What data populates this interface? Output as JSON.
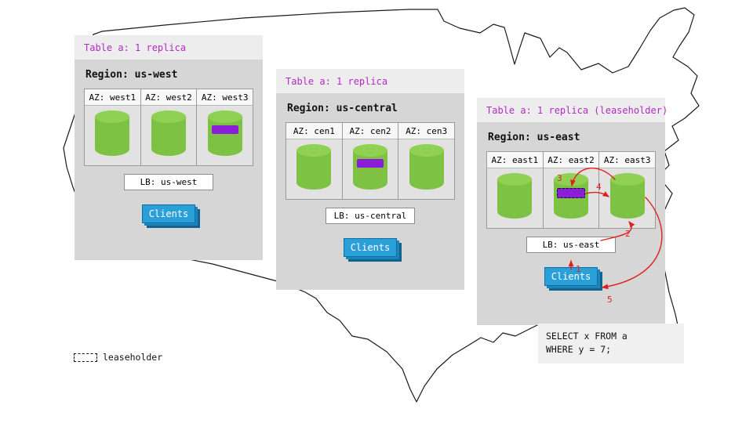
{
  "diagram": {
    "legend_label": "leaseholder",
    "flow_steps": [
      "1",
      "2",
      "3",
      "4",
      "5"
    ],
    "sql": {
      "line1": "SELECT x FROM a",
      "line2": "WHERE y = 7;"
    },
    "colors": {
      "replica_band": "#8b1fd8",
      "table_label_text": "#b428c4",
      "arrow_red": "#e02020",
      "cylinder_green": "#7dc242",
      "clients_blue": "#2a9fd8"
    },
    "regions": [
      {
        "table_label": "Table a: 1 replica",
        "region_label": "Region: us-west",
        "lb_label": "LB: us-west",
        "clients_label": "Clients",
        "azs": [
          {
            "label": "AZ: west1",
            "replica": false,
            "leaseholder": false
          },
          {
            "label": "AZ: west2",
            "replica": false,
            "leaseholder": false
          },
          {
            "label": "AZ: west3",
            "replica": true,
            "leaseholder": false
          }
        ]
      },
      {
        "table_label": "Table a: 1 replica",
        "region_label": "Region: us-central",
        "lb_label": "LB: us-central",
        "clients_label": "Clients",
        "azs": [
          {
            "label": "AZ: cen1",
            "replica": false,
            "leaseholder": false
          },
          {
            "label": "AZ: cen2",
            "replica": true,
            "leaseholder": false
          },
          {
            "label": "AZ: cen3",
            "replica": false,
            "leaseholder": false
          }
        ]
      },
      {
        "table_label": "Table a: 1 replica (leaseholder)",
        "region_label": "Region: us-east",
        "lb_label": "LB: us-east",
        "clients_label": "Clients",
        "azs": [
          {
            "label": "AZ: east1",
            "replica": false,
            "leaseholder": false
          },
          {
            "label": "AZ: east2",
            "replica": true,
            "leaseholder": true
          },
          {
            "label": "AZ: east3",
            "replica": false,
            "leaseholder": false
          }
        ]
      }
    ]
  }
}
